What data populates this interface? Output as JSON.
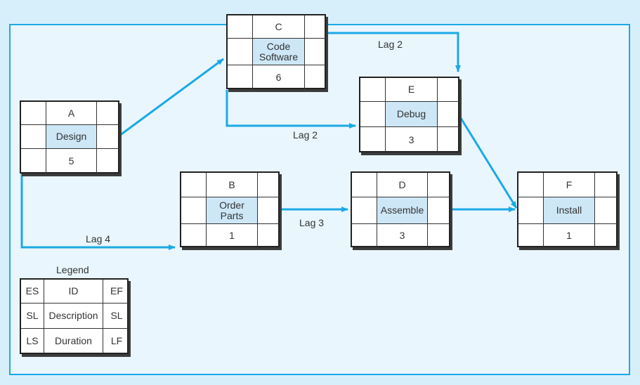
{
  "colors": {
    "arrow": "#1ba9e6",
    "frame": "#1ba9e6",
    "description_fill": "#cde7f7",
    "background": "#d7effb"
  },
  "nodes": {
    "A": {
      "id": "A",
      "desc": "Design",
      "dur": "5"
    },
    "B": {
      "id": "B",
      "desc": "Order Parts",
      "dur": "1"
    },
    "C": {
      "id": "C",
      "desc": "Code Software",
      "dur": "6"
    },
    "D": {
      "id": "D",
      "desc": "Assemble",
      "dur": "3"
    },
    "E": {
      "id": "E",
      "desc": "Debug",
      "dur": "3"
    },
    "F": {
      "id": "F",
      "desc": "Install",
      "dur": "1"
    }
  },
  "lags": {
    "c_e_top": "Lag 2",
    "c_e_bottom": "Lag 2",
    "a_b": "Lag 4",
    "b_d": "Lag 3"
  },
  "legend": {
    "title": "Legend",
    "es": "ES",
    "id": "ID",
    "ef": "EF",
    "sl_left": "SL",
    "description": "Description",
    "sl_right": "SL",
    "ls": "LS",
    "duration": "Duration",
    "lf": "LF"
  }
}
